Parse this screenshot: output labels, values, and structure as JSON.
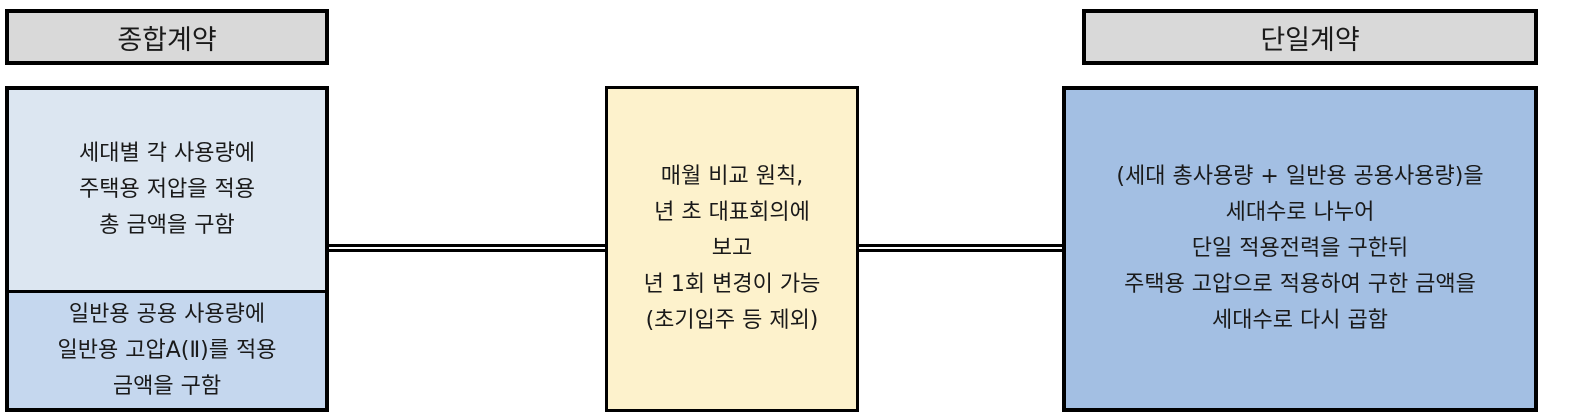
{
  "headers": {
    "left": "종합계약",
    "right": "단일계약"
  },
  "left_panel": {
    "top_lines": [
      "세대별 각 사용량에",
      "주택용 저압을 적용",
      "총 금액을 구함"
    ],
    "bottom_lines": [
      "일반용 공용 사용량에",
      "일반용 고압A(Ⅱ)를 적용",
      "금액을 구함"
    ]
  },
  "middle_panel": {
    "lines": [
      "매월 비교 원칙,",
      "년 초 대표회의에",
      "보고",
      "년 1회 변경이 가능",
      "(초기입주 등 제외)"
    ]
  },
  "right_panel": {
    "lines": [
      "(세대 총사용량 + 일반용 공용사용량)을",
      "세대수로 나누어",
      "단일 적용전력을 구한뒤",
      "주택용 고압으로 적용하여 구한 금액을",
      "세대수로 다시 곱함"
    ]
  },
  "colors": {
    "header_fill": "#d9d9d9",
    "left_top_fill": "#dce6f1",
    "left_bottom_fill": "#c5d7ee",
    "middle_fill": "#fdf2cc",
    "right_fill": "#a3bfe3"
  }
}
